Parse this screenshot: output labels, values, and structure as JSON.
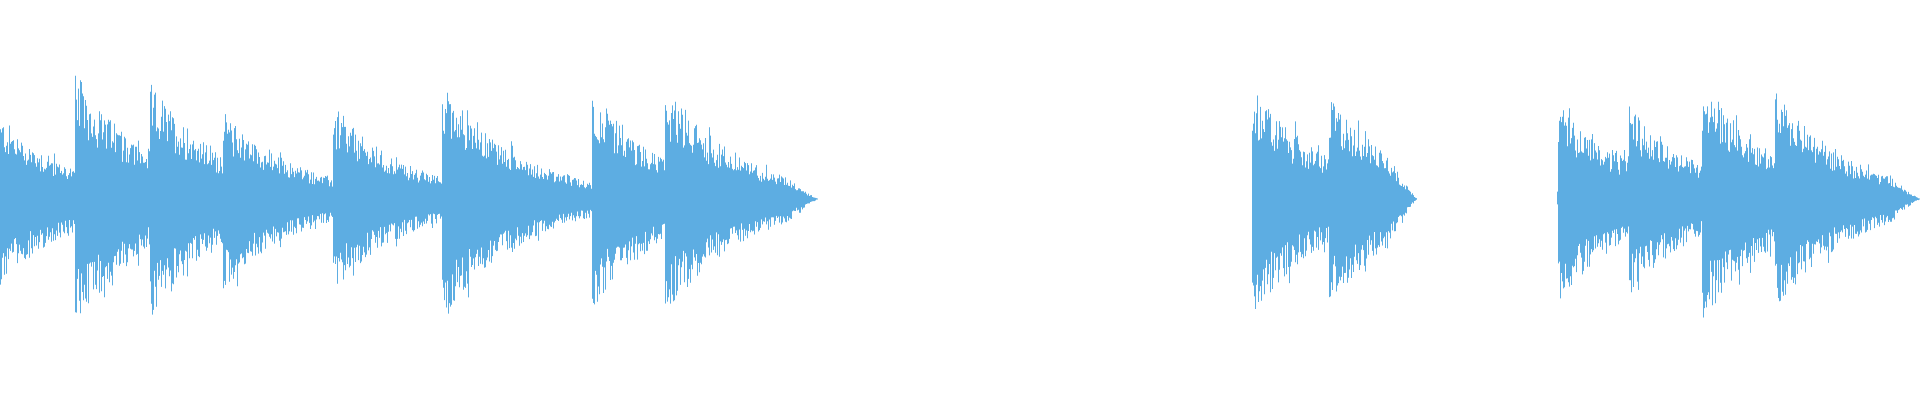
{
  "waveform": {
    "color": "#5dade2",
    "background": "#ffffff",
    "duration_fraction_note": "",
    "regions": [
      {
        "start": 0.0,
        "end": 0.426,
        "decay": 0.04,
        "hits": [
          {
            "t": 0.0,
            "amp": 0.65
          },
          {
            "t": 0.039,
            "amp": 1.0
          },
          {
            "t": 0.078,
            "amp": 0.92
          },
          {
            "t": 0.116,
            "amp": 0.7
          },
          {
            "t": 0.173,
            "amp": 0.72
          },
          {
            "t": 0.23,
            "amp": 0.97
          },
          {
            "t": 0.308,
            "amp": 0.84
          },
          {
            "t": 0.346,
            "amp": 0.9
          }
        ]
      },
      {
        "start": 0.652,
        "end": 0.738,
        "decay": 0.04,
        "hits": [
          {
            "t": 0.652,
            "amp": 0.9
          },
          {
            "t": 0.692,
            "amp": 0.82
          }
        ]
      },
      {
        "start": 0.811,
        "end": 1.0,
        "decay": 0.04,
        "hits": [
          {
            "t": 0.811,
            "amp": 0.8
          },
          {
            "t": 0.848,
            "amp": 0.74
          },
          {
            "t": 0.886,
            "amp": 0.95
          },
          {
            "t": 0.924,
            "amp": 0.85
          }
        ]
      }
    ]
  }
}
